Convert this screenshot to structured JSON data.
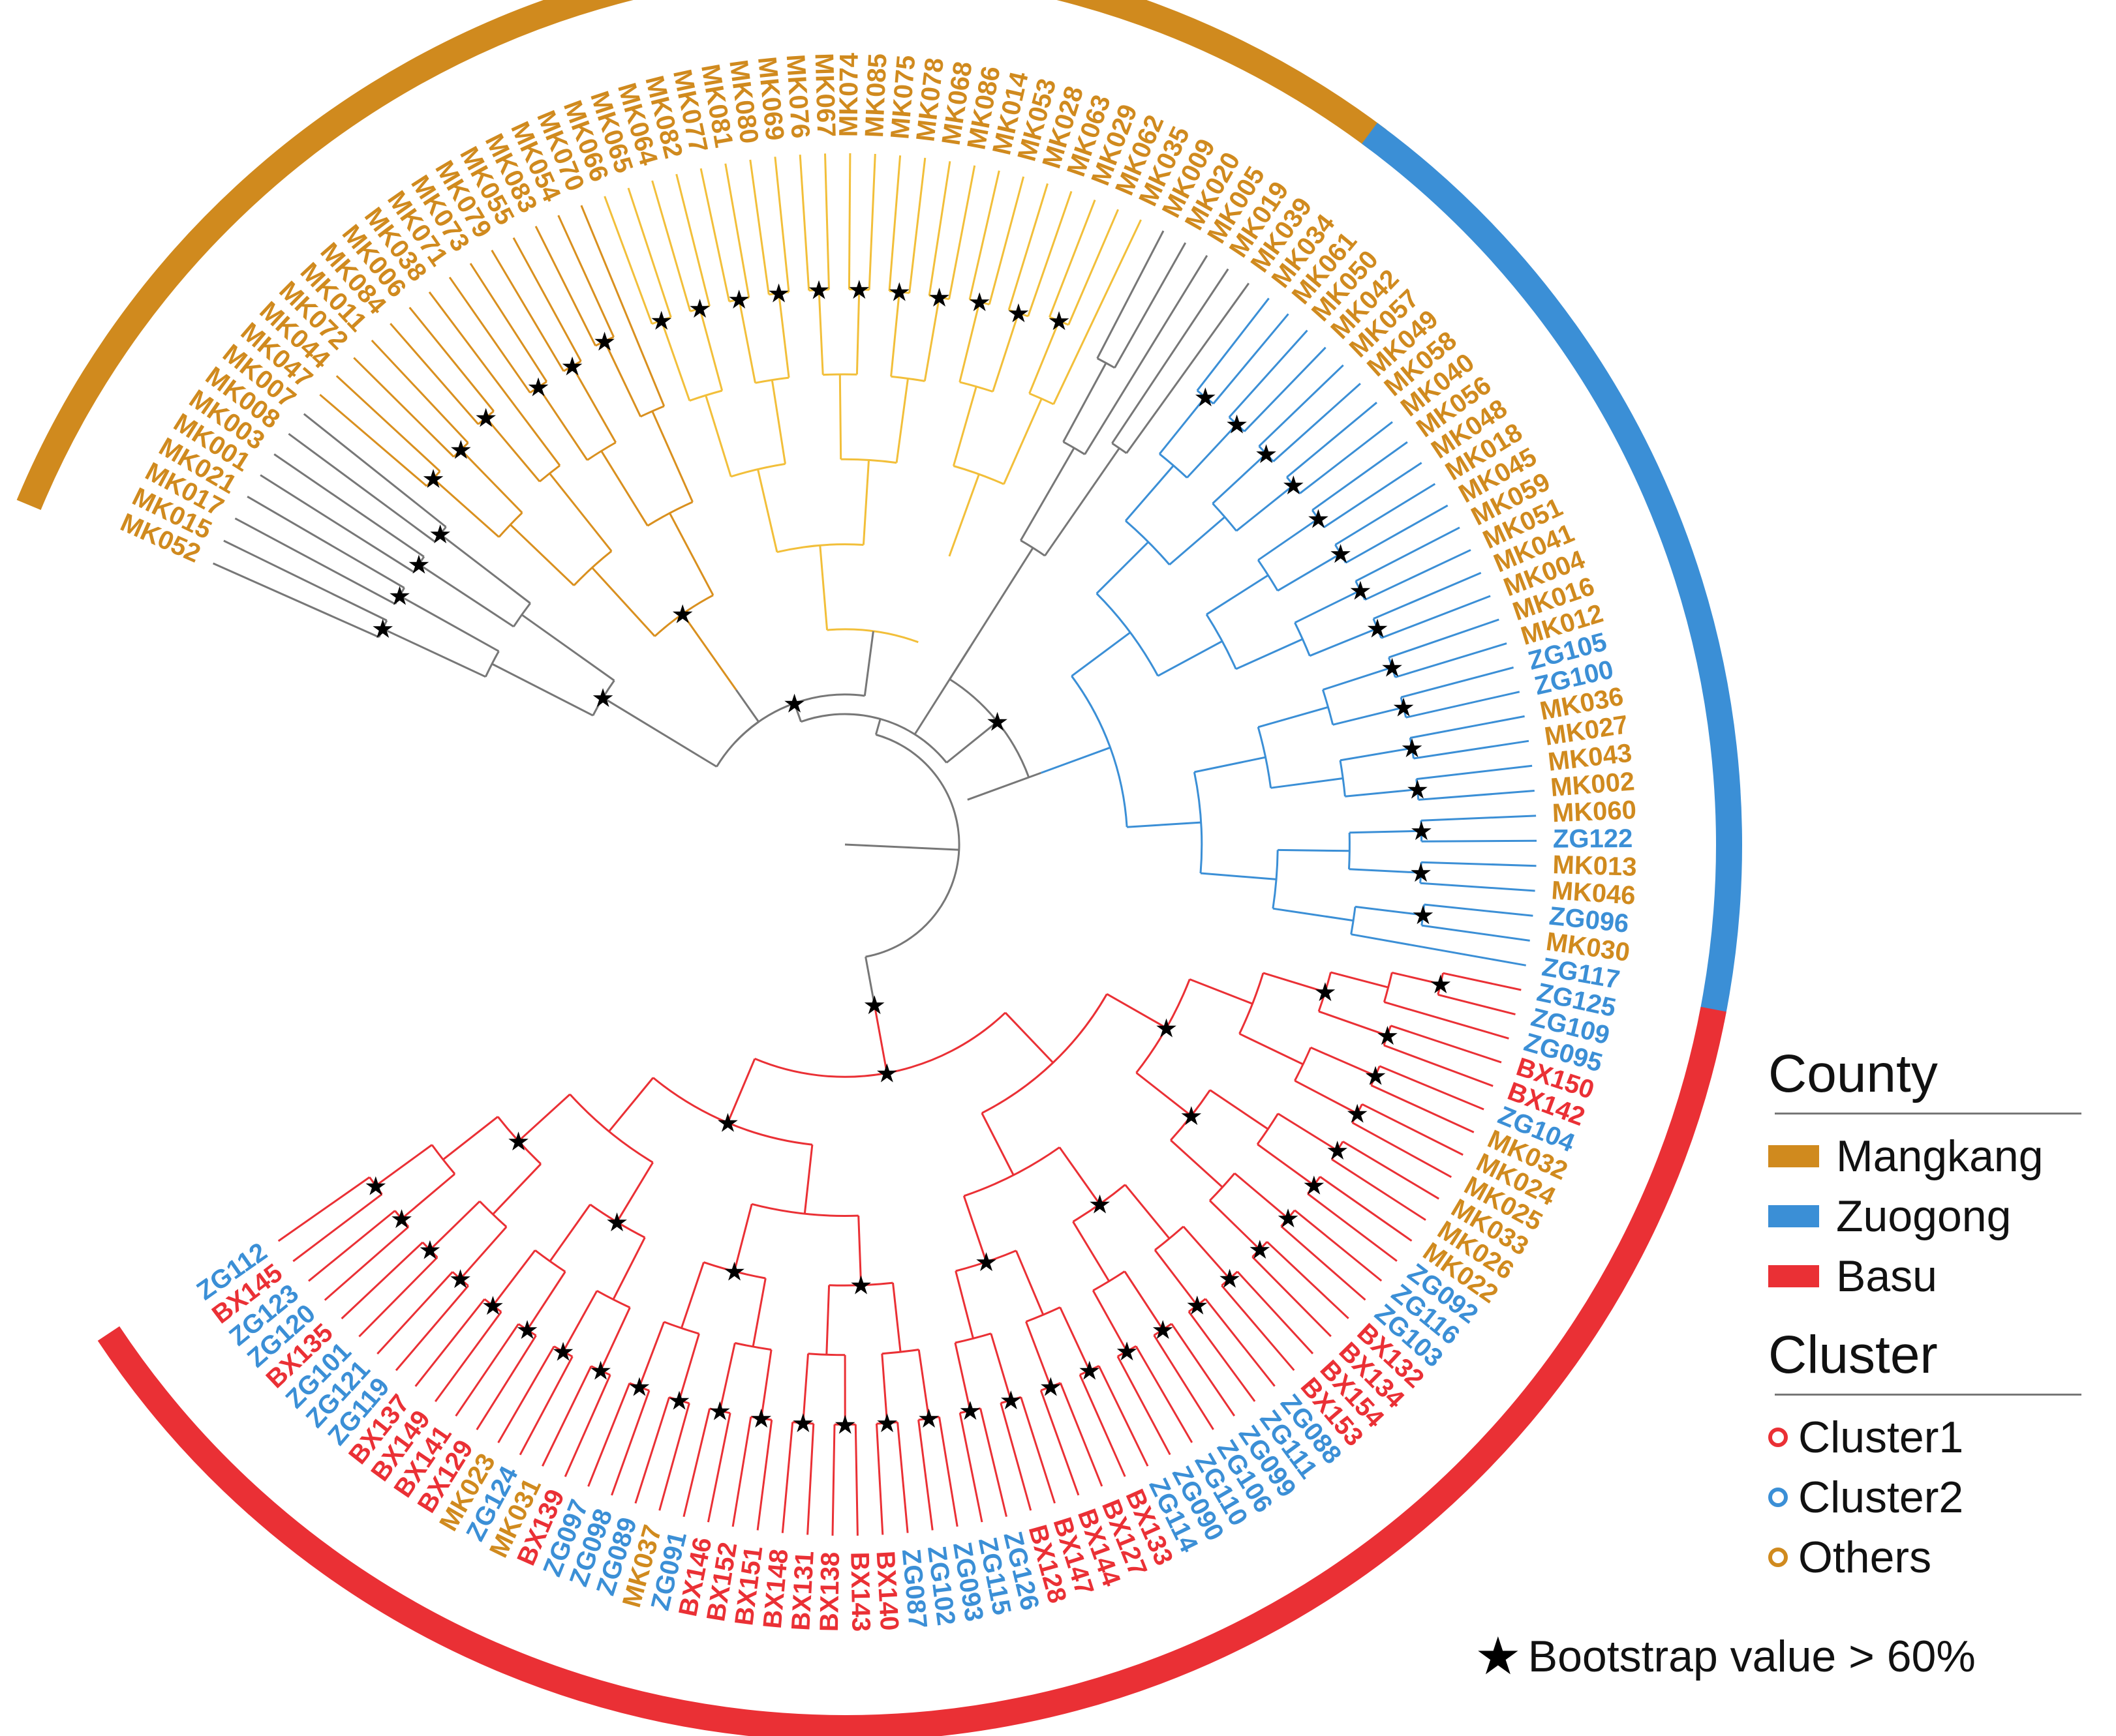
{
  "colors": {
    "mangkang": "#D08A1E",
    "zuogong": "#3B8FD6",
    "basu": "#EA3035",
    "cluster1": "#EA3035",
    "cluster2": "#3B8FD6",
    "others": "#D08A1E",
    "mk_clade": "#D9901F",
    "mk_clade_light": "#F2BF3A",
    "backbone": "#777777"
  },
  "tree": {
    "leaves": [
      {
        "label": "MK052",
        "group": "o"
      },
      {
        "label": "MK015",
        "group": "o"
      },
      {
        "label": "MK017",
        "group": "o"
      },
      {
        "label": "MK021",
        "group": "o"
      },
      {
        "label": "MK001",
        "group": "o"
      },
      {
        "label": "MK003",
        "group": "o"
      },
      {
        "label": "MK008",
        "group": "o"
      },
      {
        "label": "MK007",
        "group": "o"
      },
      {
        "label": "MK047",
        "group": "o"
      },
      {
        "label": "MK044",
        "group": "o"
      },
      {
        "label": "MK072",
        "group": "o"
      },
      {
        "label": "MK011",
        "group": "o"
      },
      {
        "label": "MK084",
        "group": "o"
      },
      {
        "label": "MK006",
        "group": "o"
      },
      {
        "label": "MK038",
        "group": "o"
      },
      {
        "label": "MK071",
        "group": "o"
      },
      {
        "label": "MK073",
        "group": "o"
      },
      {
        "label": "MK079",
        "group": "o"
      },
      {
        "label": "MK055",
        "group": "o"
      },
      {
        "label": "MK083",
        "group": "o"
      },
      {
        "label": "MK054",
        "group": "o"
      },
      {
        "label": "MK070",
        "group": "o"
      },
      {
        "label": "MK066",
        "group": "o"
      },
      {
        "label": "MK065",
        "group": "o"
      },
      {
        "label": "MK064",
        "group": "o"
      },
      {
        "label": "MK082",
        "group": "o"
      },
      {
        "label": "MK077",
        "group": "o"
      },
      {
        "label": "MK081",
        "group": "o"
      },
      {
        "label": "MK080",
        "group": "o"
      },
      {
        "label": "MK069",
        "group": "o"
      },
      {
        "label": "MK076",
        "group": "o"
      },
      {
        "label": "MK067",
        "group": "o"
      },
      {
        "label": "MK074",
        "group": "o"
      },
      {
        "label": "MK085",
        "group": "o"
      },
      {
        "label": "MK075",
        "group": "o"
      },
      {
        "label": "MK078",
        "group": "o"
      },
      {
        "label": "MK068",
        "group": "o"
      },
      {
        "label": "MK086",
        "group": "o"
      },
      {
        "label": "MK014",
        "group": "o"
      },
      {
        "label": "MK053",
        "group": "o"
      },
      {
        "label": "MK028",
        "group": "o"
      },
      {
        "label": "MK063",
        "group": "o"
      },
      {
        "label": "MK029",
        "group": "o"
      },
      {
        "label": "MK062",
        "group": "o"
      },
      {
        "label": "MK035",
        "group": "o"
      },
      {
        "label": "MK009",
        "group": "o"
      },
      {
        "label": "MK020",
        "group": "o"
      },
      {
        "label": "MK005",
        "group": "o"
      },
      {
        "label": "MK019",
        "group": "o"
      },
      {
        "label": "MK039",
        "group": "o"
      },
      {
        "label": "MK034",
        "group": "o"
      },
      {
        "label": "MK061",
        "group": "o"
      },
      {
        "label": "MK050",
        "group": "o"
      },
      {
        "label": "MK042",
        "group": "o"
      },
      {
        "label": "MK057",
        "group": "o"
      },
      {
        "label": "MK049",
        "group": "o"
      },
      {
        "label": "MK058",
        "group": "o"
      },
      {
        "label": "MK040",
        "group": "o"
      },
      {
        "label": "MK056",
        "group": "o"
      },
      {
        "label": "MK048",
        "group": "o"
      },
      {
        "label": "MK018",
        "group": "o"
      },
      {
        "label": "MK045",
        "group": "o"
      },
      {
        "label": "MK059",
        "group": "o"
      },
      {
        "label": "MK051",
        "group": "o"
      },
      {
        "label": "MK041",
        "group": "o"
      },
      {
        "label": "MK004",
        "group": "o"
      },
      {
        "label": "MK016",
        "group": "o"
      },
      {
        "label": "MK012",
        "group": "o"
      },
      {
        "label": "ZG105",
        "group": "c2"
      },
      {
        "label": "ZG100",
        "group": "c2"
      },
      {
        "label": "MK036",
        "group": "o"
      },
      {
        "label": "MK027",
        "group": "o"
      },
      {
        "label": "MK043",
        "group": "o"
      },
      {
        "label": "MK002",
        "group": "o"
      },
      {
        "label": "MK060",
        "group": "o"
      },
      {
        "label": "ZG122",
        "group": "c2"
      },
      {
        "label": "MK013",
        "group": "o"
      },
      {
        "label": "MK046",
        "group": "o"
      },
      {
        "label": "ZG096",
        "group": "c2"
      },
      {
        "label": "MK030",
        "group": "o"
      },
      {
        "label": "ZG117",
        "group": "c2"
      },
      {
        "label": "ZG125",
        "group": "c2"
      },
      {
        "label": "ZG109",
        "group": "c2"
      },
      {
        "label": "ZG095",
        "group": "c2"
      },
      {
        "label": "BX150",
        "group": "c1"
      },
      {
        "label": "BX142",
        "group": "c1"
      },
      {
        "label": "ZG104",
        "group": "c2"
      },
      {
        "label": "MK032",
        "group": "o"
      },
      {
        "label": "MK024",
        "group": "o"
      },
      {
        "label": "MK025",
        "group": "o"
      },
      {
        "label": "MK033",
        "group": "o"
      },
      {
        "label": "MK026",
        "group": "o"
      },
      {
        "label": "MK022",
        "group": "o"
      },
      {
        "label": "ZG092",
        "group": "c2"
      },
      {
        "label": "ZG116",
        "group": "c2"
      },
      {
        "label": "ZG103",
        "group": "c2"
      },
      {
        "label": "BX132",
        "group": "c1"
      },
      {
        "label": "BX134",
        "group": "c1"
      },
      {
        "label": "BX154",
        "group": "c1"
      },
      {
        "label": "BX153",
        "group": "c1"
      },
      {
        "label": "ZG088",
        "group": "c2"
      },
      {
        "label": "ZG111",
        "group": "c2"
      },
      {
        "label": "ZG099",
        "group": "c2"
      },
      {
        "label": "ZG106",
        "group": "c2"
      },
      {
        "label": "ZG110",
        "group": "c2"
      },
      {
        "label": "ZG090",
        "group": "c2"
      },
      {
        "label": "ZG114",
        "group": "c2"
      },
      {
        "label": "BX133",
        "group": "c1"
      },
      {
        "label": "BX127",
        "group": "c1"
      },
      {
        "label": "BX144",
        "group": "c1"
      },
      {
        "label": "BX147",
        "group": "c1"
      },
      {
        "label": "BX128",
        "group": "c1"
      },
      {
        "label": "ZG126",
        "group": "c2"
      },
      {
        "label": "ZG115",
        "group": "c2"
      },
      {
        "label": "ZG093",
        "group": "c2"
      },
      {
        "label": "ZG102",
        "group": "c2"
      },
      {
        "label": "ZG087",
        "group": "c2"
      },
      {
        "label": "BX140",
        "group": "c1"
      },
      {
        "label": "BX143",
        "group": "c1"
      },
      {
        "label": "BX138",
        "group": "c1"
      },
      {
        "label": "BX131",
        "group": "c1"
      },
      {
        "label": "BX148",
        "group": "c1"
      },
      {
        "label": "BX151",
        "group": "c1"
      },
      {
        "label": "BX152",
        "group": "c1"
      },
      {
        "label": "BX146",
        "group": "c1"
      },
      {
        "label": "ZG091",
        "group": "c2"
      },
      {
        "label": "MK037",
        "group": "o"
      },
      {
        "label": "ZG089",
        "group": "c2"
      },
      {
        "label": "ZG098",
        "group": "c2"
      },
      {
        "label": "ZG097",
        "group": "c2"
      },
      {
        "label": "BX139",
        "group": "c1"
      },
      {
        "label": "MK031",
        "group": "o"
      },
      {
        "label": "ZG124",
        "group": "c2"
      },
      {
        "label": "MK023",
        "group": "o"
      },
      {
        "label": "BX129",
        "group": "c1"
      },
      {
        "label": "BX141",
        "group": "c1"
      },
      {
        "label": "BX149",
        "group": "c1"
      },
      {
        "label": "BX137",
        "group": "c1"
      },
      {
        "label": "ZG119",
        "group": "c2"
      },
      {
        "label": "ZG121",
        "group": "c2"
      },
      {
        "label": "ZG101",
        "group": "c2"
      },
      {
        "label": "BX135",
        "group": "c1"
      },
      {
        "label": "ZG120",
        "group": "c2"
      },
      {
        "label": "ZG123",
        "group": "c2"
      },
      {
        "label": "BX145",
        "group": "c1"
      },
      {
        "label": "ZG112",
        "group": "c2"
      }
    ],
    "county_arcs": [
      {
        "county": "Mangkang",
        "from_leaf": "MK052",
        "to_leaf": "MK039"
      },
      {
        "county": "Zuogong",
        "from_leaf": "MK034",
        "to_leaf": "ZG117"
      },
      {
        "county": "Basu",
        "from_leaf": "ZG125",
        "to_leaf": "ZG112"
      }
    ]
  },
  "legend": {
    "county_title": "County",
    "county_items": [
      {
        "label": "Mangkang",
        "color": "#D08A1E"
      },
      {
        "label": "Zuogong",
        "color": "#3B8FD6"
      },
      {
        "label": "Basu",
        "color": "#EA3035"
      }
    ],
    "cluster_title": "Cluster",
    "cluster_items": [
      {
        "label": "Cluster1",
        "color": "#EA3035"
      },
      {
        "label": "Cluster2",
        "color": "#3B8FD6"
      },
      {
        "label": "Others",
        "color": "#D08A1E"
      }
    ],
    "bootstrap_symbol": "★",
    "bootstrap_label": "Bootstrap value > 60%"
  }
}
